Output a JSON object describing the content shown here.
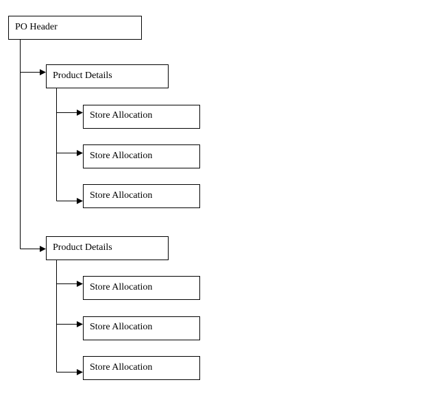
{
  "diagram": {
    "root": {
      "label": "PO Header",
      "children": [
        {
          "label": "Product Details",
          "children": [
            {
              "label": "Store Allocation"
            },
            {
              "label": "Store Allocation"
            },
            {
              "label": "Store Allocation"
            }
          ]
        },
        {
          "label": "Product Details",
          "children": [
            {
              "label": "Store Allocation"
            },
            {
              "label": "Store Allocation"
            },
            {
              "label": "Store Allocation"
            }
          ]
        }
      ]
    }
  }
}
